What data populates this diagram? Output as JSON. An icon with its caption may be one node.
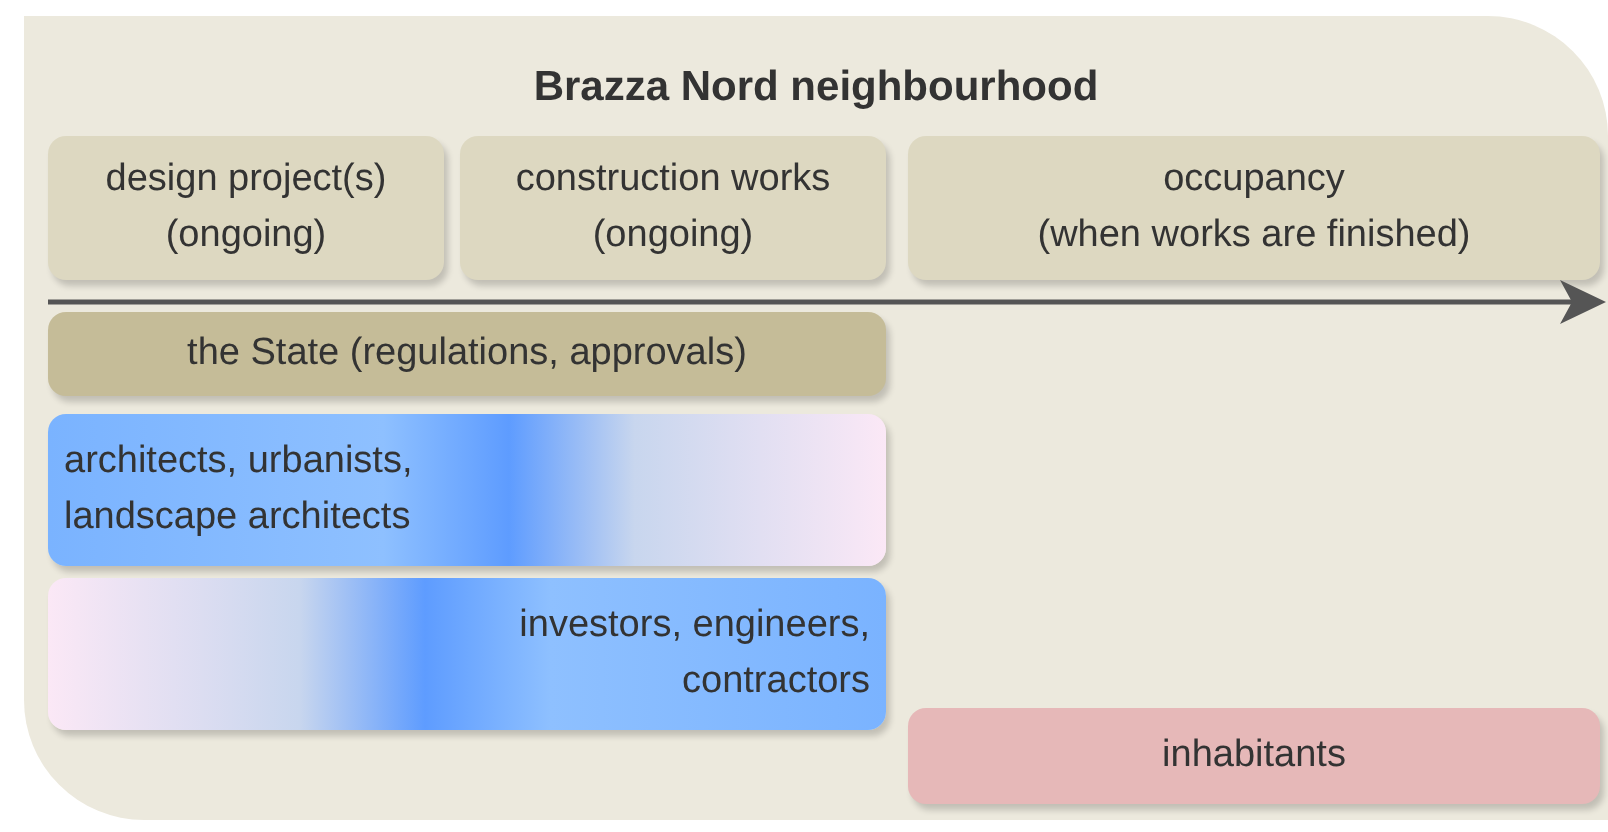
{
  "diagram": {
    "nodes": [
      {
        "text": [
          "Brazza Nord neighbourhood"
        ]
      },
      {
        "text": [
          "design project(s)",
          "(ongoing)"
        ],
        "in": 0
      },
      {
        "text": [
          "construction works",
          "(ongoing)"
        ],
        "in": 0
      },
      {
        "text": [
          "occupancy",
          "(when works are finished)"
        ],
        "in": 0
      },
      {
        "text": [
          "the State (regulations, approvals)"
        ],
        "in": 0
      },
      {
        "text": [
          "architects, urbanists, landscape architects"
        ],
        "in": 0
      },
      {
        "text": [
          "investors, engineers, contractors"
        ],
        "in": 0
      },
      {
        "text": [
          "inhabitants"
        ],
        "in": 0
      }
    ]
  }
}
